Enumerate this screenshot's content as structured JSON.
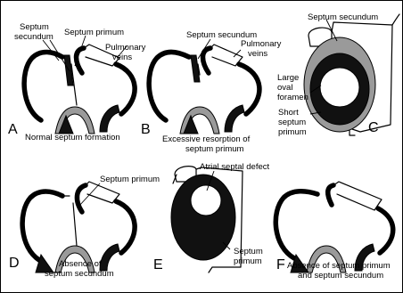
{
  "panels": {
    "A": {
      "letter": "A",
      "label_septum_secundum_1": "Septum",
      "label_septum_secundum_2": "secundum",
      "label_septum_primum": "Septum primum",
      "label_pulmonary_1": "Pulmonary",
      "label_pulmonary_2": "veins",
      "caption": "Normal septum formation"
    },
    "B": {
      "letter": "B",
      "label_septum_secundum": "Septum secundum",
      "label_pulmonary_1": "Pulmonary",
      "label_pulmonary_2": "veins",
      "caption_1": "Excessive resorption of",
      "caption_2": "septum primum"
    },
    "C": {
      "letter": "C",
      "label_septum_secundum": "Septum secundum",
      "label_large_1": "Large",
      "label_large_2": "oval",
      "label_large_3": "foramen",
      "label_short_1": "Short",
      "label_short_2": "septum",
      "label_short_3": "primum"
    },
    "D": {
      "letter": "D",
      "label_septum_primum": "Septum primum",
      "caption_1": "Absence of",
      "caption_2": "septum secundum"
    },
    "E": {
      "letter": "E",
      "label_asd": "Atrial septal defect",
      "label_septum_1": "Septum",
      "label_septum_2": "primum"
    },
    "F": {
      "letter": "F",
      "caption_1": "Absence of septum primum",
      "caption_2": "and septum secundum"
    }
  }
}
